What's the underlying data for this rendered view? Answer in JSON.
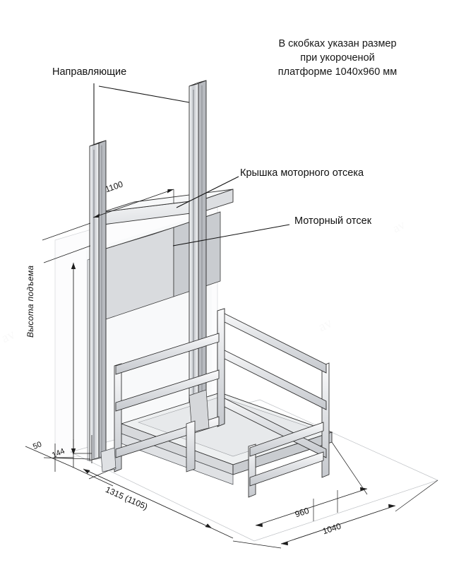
{
  "drawing": {
    "title_note": "В скобках указан размер\nпри укороченой\nплатформе 1040х960 мм",
    "labels": {
      "guides": "Направляющие",
      "motor_cover": "Крышка моторного отсека",
      "motor_bay": "Моторный отсек",
      "lift_height": "Высота подъема"
    },
    "dimensions": {
      "rail_span": "1100",
      "base_offset": "50",
      "base_depth": "144",
      "platform_length": "1315 (1105)",
      "platform_width_short": "960",
      "platform_width": "1040"
    },
    "colors": {
      "line": "#2b2b2b",
      "metal_light": "#f2f3f4",
      "metal_mid": "#d8dade",
      "metal_dark": "#b9bcc1",
      "panel": "#eceef0",
      "wall": "#fbfbfc",
      "text": "#111111"
    }
  }
}
